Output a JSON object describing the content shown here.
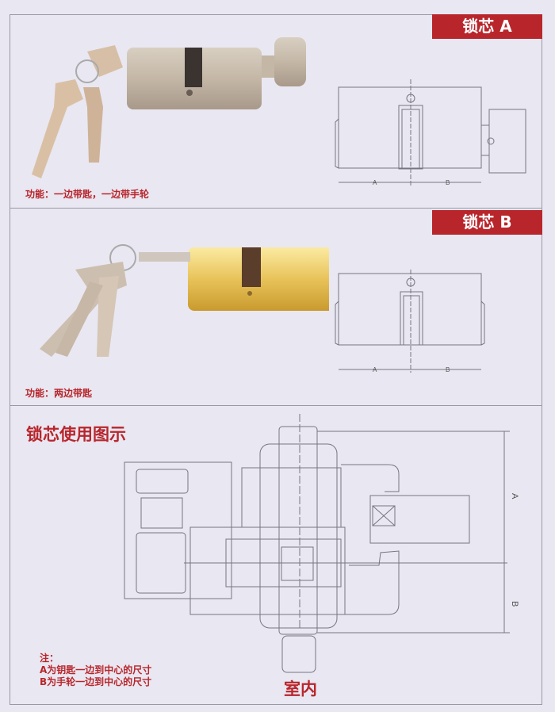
{
  "section_a": {
    "title": "锁芯 A",
    "function": "功能：一边带匙，一边带手轮",
    "dim_a": "A",
    "dim_b": "B"
  },
  "section_b": {
    "title": "锁芯 B",
    "function": "功能：两边带匙",
    "dim_a": "A",
    "dim_b": "B"
  },
  "section_usage": {
    "title": "锁芯使用图示",
    "dim_a": "A",
    "dim_b": "B",
    "note_title": "注：",
    "notes": [
      "A为钥匙一边到中心的尺寸",
      "B为手轮一边到中心的尺寸"
    ],
    "indoor_label": "室内"
  },
  "colors": {
    "accent": "#b8262c",
    "background": "#e9e7f1"
  }
}
